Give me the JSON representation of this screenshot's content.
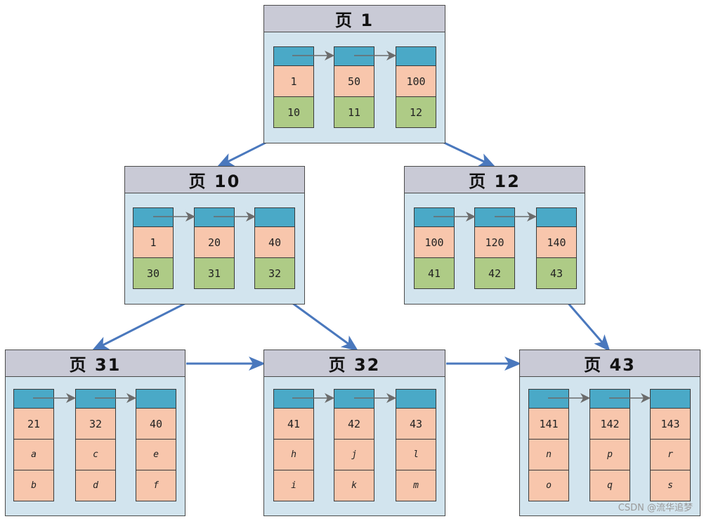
{
  "pages": {
    "p1": {
      "title": "页 1",
      "records": [
        {
          "key": "1",
          "ptr": "10"
        },
        {
          "key": "50",
          "ptr": "11"
        },
        {
          "key": "100",
          "ptr": "12"
        }
      ]
    },
    "p10": {
      "title": "页 10",
      "records": [
        {
          "key": "1",
          "ptr": "30"
        },
        {
          "key": "20",
          "ptr": "31"
        },
        {
          "key": "40",
          "ptr": "32"
        }
      ]
    },
    "p12": {
      "title": "页 12",
      "records": [
        {
          "key": "100",
          "ptr": "41"
        },
        {
          "key": "120",
          "ptr": "42"
        },
        {
          "key": "140",
          "ptr": "43"
        }
      ]
    },
    "p31": {
      "title": "页 31",
      "records": [
        {
          "key": "21",
          "c1": "a",
          "c2": "b"
        },
        {
          "key": "32",
          "c1": "c",
          "c2": "d"
        },
        {
          "key": "40",
          "c1": "e",
          "c2": "f"
        }
      ]
    },
    "p32": {
      "title": "页 32",
      "records": [
        {
          "key": "41",
          "c1": "h",
          "c2": "i"
        },
        {
          "key": "42",
          "c1": "j",
          "c2": "k"
        },
        {
          "key": "43",
          "c1": "l",
          "c2": "m"
        }
      ]
    },
    "p43": {
      "title": "页 43",
      "records": [
        {
          "key": "141",
          "c1": "n",
          "c2": "o"
        },
        {
          "key": "142",
          "c1": "p",
          "c2": "q"
        },
        {
          "key": "143",
          "c1": "r",
          "c2": "s"
        }
      ]
    }
  },
  "watermark": "CSDN @流华追梦",
  "colors": {
    "header": "#4aa9c7",
    "key": "#f8c6ac",
    "pointer": "#aecb86",
    "page_bg": "#d2e4ee",
    "title_bg": "#c9cad6",
    "tree_arrow": "#4a78bd",
    "link_arrow": "#6b6b6b"
  }
}
